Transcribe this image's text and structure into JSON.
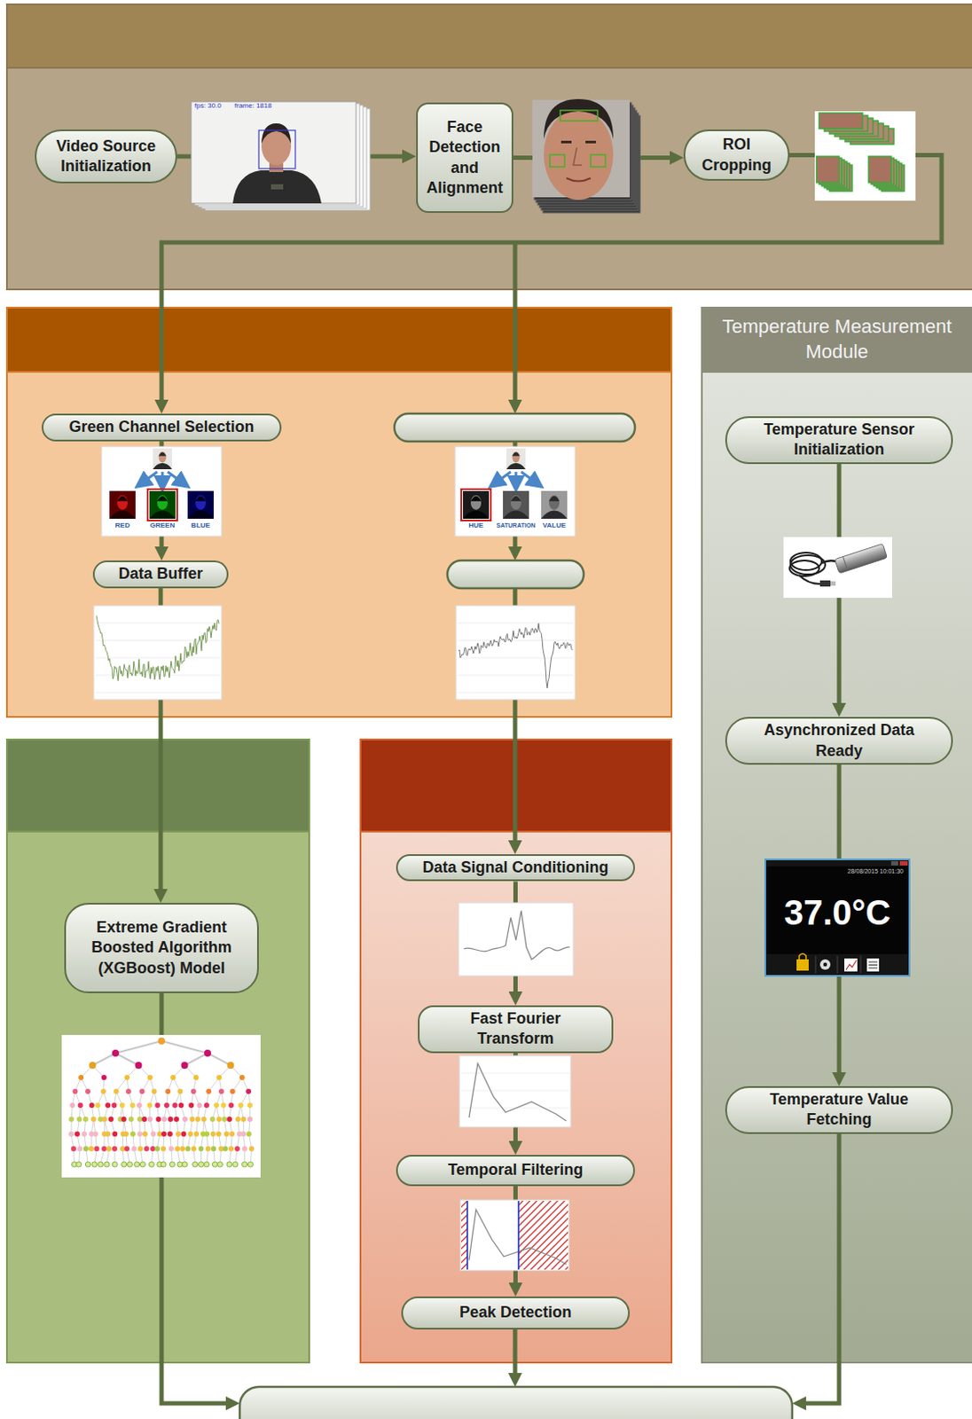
{
  "diagram": {
    "nodes": [
      {
        "text": [
          "Video Source Initialization"
        ]
      },
      {
        "text": [
          "Face Detection and Alignment"
        ]
      },
      {
        "text": [
          "ROI Cropping"
        ]
      },
      {
        "text": [
          "Green Channel Selection"
        ]
      },
      {
        "text": [
          "Data Buffer"
        ]
      },
      {
        "text": [
          "Extreme Gradient Boosted Algorithm (XGBoost) Model"
        ]
      },
      {
        "text": [
          "Data Signal Conditioning"
        ]
      },
      {
        "text": [
          "Fast Fourier Transform"
        ]
      },
      {
        "text": [
          "Temporal Filtering"
        ]
      },
      {
        "text": [
          "Peak Detection"
        ]
      },
      {
        "text": [
          "Temperature Measurement Module"
        ]
      },
      {
        "text": [
          "Temperature Sensor Initialization"
        ],
        "in": 10
      },
      {
        "text": [
          "Asynchronized Data Ready"
        ],
        "in": 10
      },
      {
        "text": [
          "Temperature Value Fetching"
        ],
        "in": 10
      }
    ],
    "edges": [
      {
        "from": 0,
        "to": 1,
        "arrow": "to"
      },
      {
        "from": 1,
        "to": 2,
        "arrow": "to"
      },
      {
        "from": 2,
        "to": 3,
        "arrow": "to"
      },
      {
        "from": 3,
        "to": 4,
        "arrow": "to"
      },
      {
        "from": 4,
        "to": 5,
        "arrow": "to"
      },
      {
        "from": 6,
        "to": 7,
        "arrow": "to"
      },
      {
        "from": 7,
        "to": 8,
        "arrow": "to"
      },
      {
        "from": 8,
        "to": 9,
        "arrow": "to"
      },
      {
        "from": 11,
        "to": 12,
        "arrow": "to"
      },
      {
        "from": 12,
        "to": 13,
        "arrow": "to"
      }
    ],
    "labels": [
      "fps: 30.0",
      "frame: 1818",
      "RED",
      "GREEN",
      "BLUE",
      "HUE",
      "SATURATION",
      "VALUE",
      "28/08/2015 10:01:30",
      "37.0°C"
    ]
  }
}
